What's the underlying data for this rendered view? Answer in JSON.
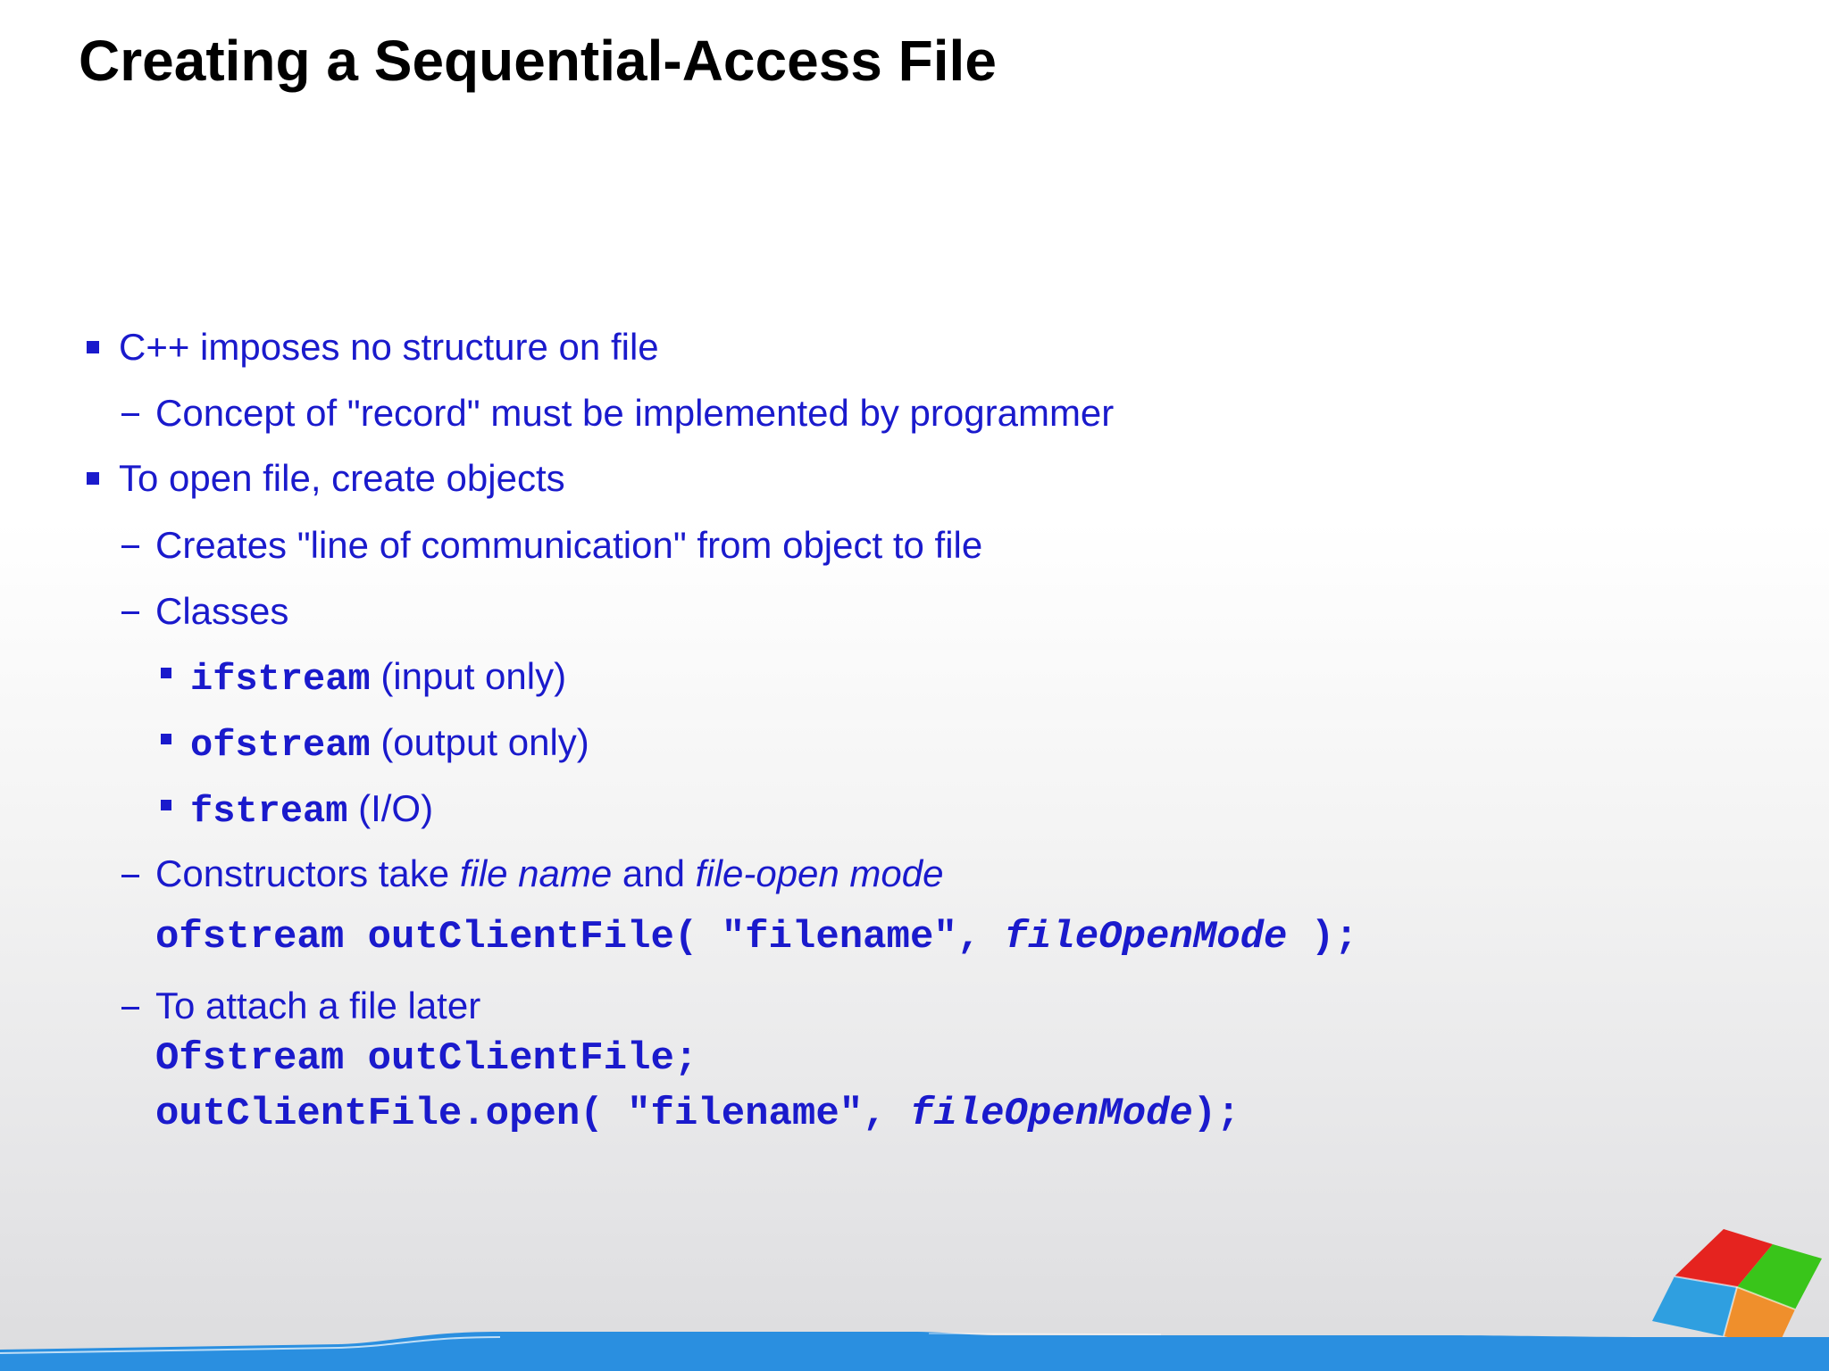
{
  "slide": {
    "title": "Creating a Sequential-Access File",
    "bullet1": "C++ imposes no structure on file",
    "bullet1_sub1": "Concept of \"record\" must be implemented by programmer",
    "bullet2": "To open file, create objects",
    "bullet2_sub1": "Creates \"line of communication\" from object to file",
    "bullet2_sub2": "Classes",
    "classes": [
      {
        "name": "ifstream",
        "desc": "(input only)"
      },
      {
        "name": "ofstream",
        "desc": "(output only)"
      },
      {
        "name": "fstream",
        "desc": "(I/O)"
      }
    ],
    "constructors": {
      "text1": "Constructors take ",
      "em1": "file name",
      "text2": " and ",
      "em2": "file-open mode"
    },
    "code1": {
      "pre": "ofstream outClientFile( \"filename\", ",
      "em": "fileOpenMode",
      "post": " );"
    },
    "attach_later": "To attach a file later",
    "code2": "Ofstream outClientFile;",
    "code3": {
      "pre": "outClientFile.open( \"filename\", ",
      "em": "fileOpenMode",
      "post": ");"
    }
  },
  "colors": {
    "body_text": "#1a1acc",
    "title_text": "#000000",
    "footer_band": "#2a8fe0"
  },
  "icons": [
    "square-bullet-icon",
    "dash-bullet-icon",
    "colored-cube-logo"
  ]
}
